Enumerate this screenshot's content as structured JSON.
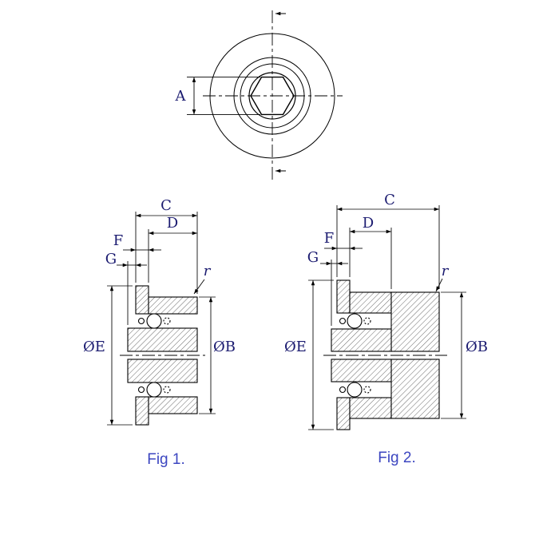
{
  "colors": {
    "label": "#1b1b70",
    "caption": "#3c46c0",
    "line": "#000000"
  },
  "front_view": {
    "bore_dim": "A"
  },
  "fig1": {
    "caption": "Fig 1.",
    "dims": {
      "c": "C",
      "d": "D",
      "f": "F",
      "g": "G",
      "r": "r",
      "dia_e": "ØE",
      "dia_b": "ØB"
    }
  },
  "fig2": {
    "caption": "Fig 2.",
    "dims": {
      "c": "C",
      "d": "D",
      "f": "F",
      "g": "G",
      "r": "r",
      "dia_e": "ØE",
      "dia_b": "ØB"
    }
  }
}
